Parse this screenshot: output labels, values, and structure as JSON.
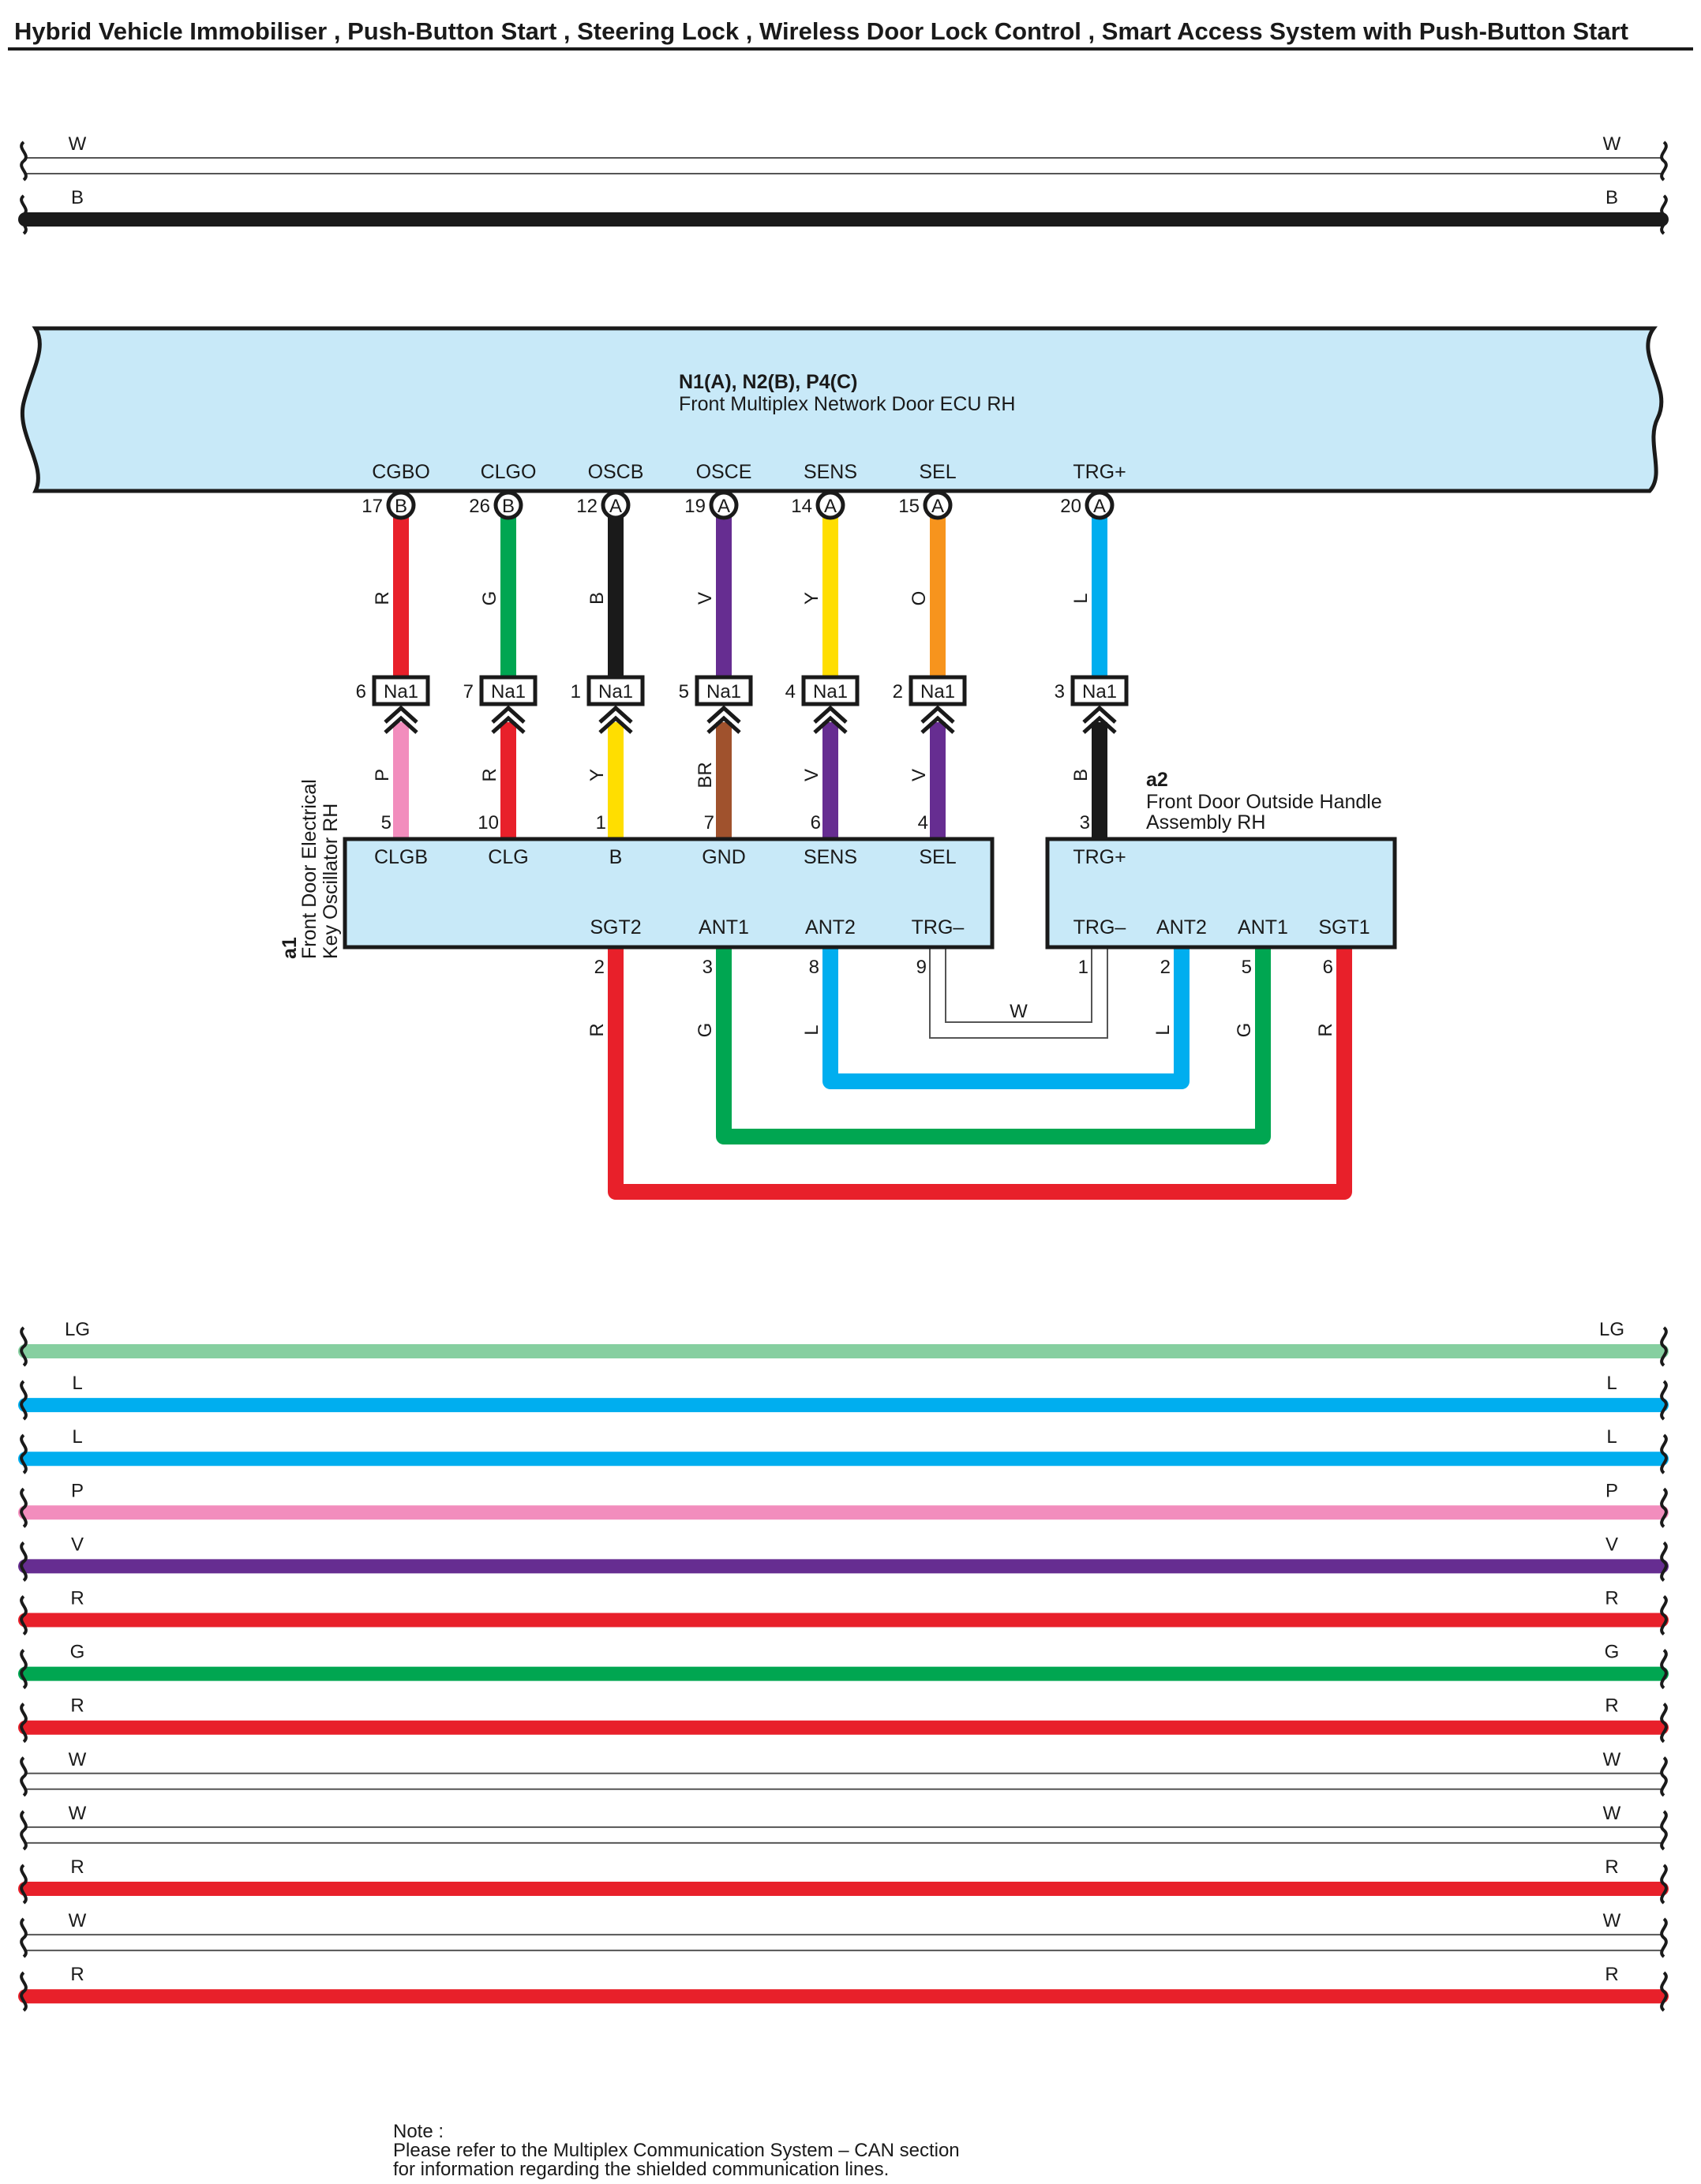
{
  "title": "Hybrid Vehicle Immobiliser , Push-Button Start , Steering Lock , Wireless Door Lock Control , Smart Access System with Push-Button Start",
  "top_bus": [
    {
      "label": "W",
      "color": "#ffffff"
    },
    {
      "label": "B",
      "color": "#1a1a1a"
    }
  ],
  "ecu": {
    "code": "N1(A), N2(B), P4(C)",
    "name": "Front Multiplex Network Door ECU RH",
    "pins": [
      {
        "name": "CGBO",
        "num": "17",
        "conn": "B"
      },
      {
        "name": "CLGO",
        "num": "26",
        "conn": "B"
      },
      {
        "name": "OSCB",
        "num": "12",
        "conn": "A"
      },
      {
        "name": "OSCE",
        "num": "19",
        "conn": "A"
      },
      {
        "name": "SENS",
        "num": "14",
        "conn": "A"
      },
      {
        "name": "SEL",
        "num": "15",
        "conn": "A"
      },
      {
        "name": "TRG+",
        "num": "20",
        "conn": "A"
      }
    ]
  },
  "colors": {
    "R": "#e8202a",
    "G": "#00a651",
    "B": "#1a1a1a",
    "V": "#662d91",
    "Y": "#ffde00",
    "O": "#f7941d",
    "L": "#00aeef",
    "P": "#f28dbd",
    "BR": "#a0522d",
    "LG": "#86cfa0",
    "W": "#ffffff",
    "ecu_fill": "#c8e9f8"
  },
  "upper_wires": [
    {
      "color": "R"
    },
    {
      "color": "G"
    },
    {
      "color": "B"
    },
    {
      "color": "V"
    },
    {
      "color": "Y"
    },
    {
      "color": "O"
    },
    {
      "color": "L"
    }
  ],
  "junction": {
    "code": "Na1",
    "pins": [
      "6",
      "7",
      "1",
      "5",
      "4",
      "2",
      "3"
    ]
  },
  "lower_wires": [
    {
      "color": "P",
      "pin": "5"
    },
    {
      "color": "R",
      "pin": "10"
    },
    {
      "color": "Y",
      "pin": "1"
    },
    {
      "color": "BR",
      "pin": "7"
    },
    {
      "color": "V",
      "pin": "6"
    },
    {
      "color": "V",
      "pin": "4"
    },
    {
      "color": "B",
      "pin": "3"
    }
  ],
  "a1": {
    "code": "a1",
    "name_line1": "Front Door Electrical",
    "name_line2": "Key Oscillator RH",
    "top_pins": [
      "CLGB",
      "CLG",
      "B",
      "GND",
      "SENS",
      "SEL"
    ],
    "bottom_pins": [
      "SGT2",
      "ANT1",
      "ANT2",
      "TRG–"
    ],
    "bottom_nums": [
      "2",
      "3",
      "8",
      "9"
    ]
  },
  "a2": {
    "code": "a2",
    "name_line1": "Front Door Outside Handle",
    "name_line2": "Assembly RH",
    "top_pin": "TRG+",
    "bottom_pins": [
      "TRG–",
      "ANT2",
      "ANT1",
      "SGT1"
    ],
    "bottom_nums": [
      "1",
      "2",
      "5",
      "6"
    ]
  },
  "loops": [
    {
      "color": "W"
    },
    {
      "color": "L"
    },
    {
      "color": "G"
    },
    {
      "color": "R"
    }
  ],
  "bottom_bus": [
    {
      "label": "LG"
    },
    {
      "label": "L"
    },
    {
      "label": "L"
    },
    {
      "label": "P"
    },
    {
      "label": "V"
    },
    {
      "label": "R"
    },
    {
      "label": "G"
    },
    {
      "label": "R"
    },
    {
      "label": "W"
    },
    {
      "label": "W"
    },
    {
      "label": "R"
    },
    {
      "label": "W"
    },
    {
      "label": "R"
    }
  ],
  "note": {
    "line1": "Note :",
    "line2": "Please refer to the Multiplex Communication System – CAN section",
    "line3": "for information regarding the shielded communication lines."
  }
}
